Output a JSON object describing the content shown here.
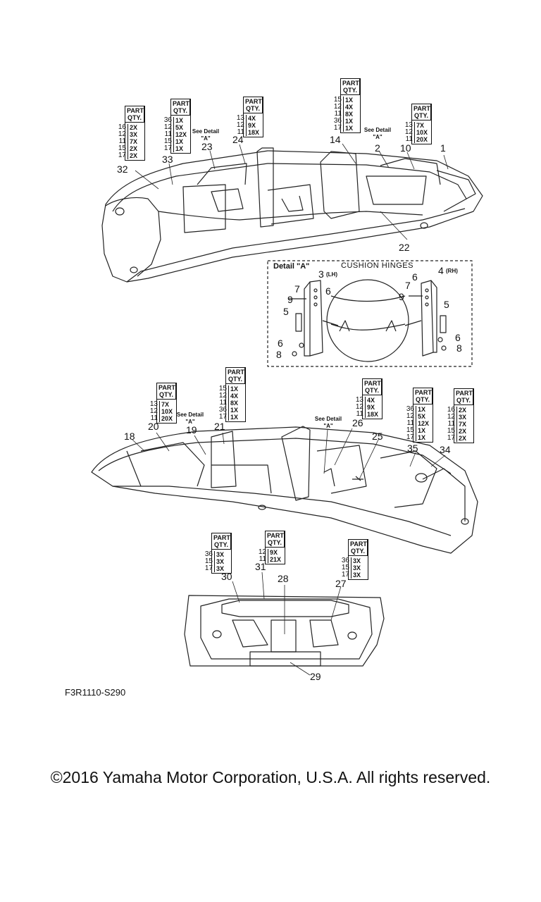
{
  "qty_tables": [
    {
      "id": "t32",
      "rows": [
        [
          "16",
          "2X"
        ],
        [
          "12",
          "3X"
        ],
        [
          "11",
          "7X"
        ],
        [
          "15",
          "2X"
        ],
        [
          "17",
          "2X"
        ]
      ]
    },
    {
      "id": "t33",
      "rows": [
        [
          "36",
          "1X"
        ],
        [
          "12",
          "5X"
        ],
        [
          "11",
          "12X"
        ],
        [
          "15",
          "1X"
        ],
        [
          "17",
          "1X"
        ]
      ]
    },
    {
      "id": "t24",
      "rows": [
        [
          "13",
          "4X"
        ],
        [
          "12",
          "9X"
        ],
        [
          "11",
          "18X"
        ]
      ]
    },
    {
      "id": "t14",
      "rows": [
        [
          "15",
          "1X"
        ],
        [
          "12",
          "4X"
        ],
        [
          "11",
          "8X"
        ],
        [
          "36",
          "1X"
        ],
        [
          "17",
          "1X"
        ]
      ]
    },
    {
      "id": "t10",
      "rows": [
        [
          "13",
          "7X"
        ],
        [
          "12",
          "10X"
        ],
        [
          "11",
          "20X"
        ]
      ]
    },
    {
      "id": "t20",
      "rows": [
        [
          "13",
          "7X"
        ],
        [
          "12",
          "10X"
        ],
        [
          "11",
          "20X"
        ]
      ]
    },
    {
      "id": "t21",
      "rows": [
        [
          "15",
          "1X"
        ],
        [
          "12",
          "4X"
        ],
        [
          "11",
          "8X"
        ],
        [
          "36",
          "1X"
        ],
        [
          "17",
          "1X"
        ]
      ]
    },
    {
      "id": "t26",
      "rows": [
        [
          "13",
          "4X"
        ],
        [
          "12",
          "9X"
        ],
        [
          "11",
          "18X"
        ]
      ]
    },
    {
      "id": "t35",
      "rows": [
        [
          "36",
          "1X"
        ],
        [
          "12",
          "5X"
        ],
        [
          "11",
          "12X"
        ],
        [
          "15",
          "1X"
        ],
        [
          "17",
          "1X"
        ]
      ]
    },
    {
      "id": "t34",
      "rows": [
        [
          "16",
          "2X"
        ],
        [
          "12",
          "3X"
        ],
        [
          "11",
          "7X"
        ],
        [
          "15",
          "2X"
        ],
        [
          "17",
          "2X"
        ]
      ]
    },
    {
      "id": "t30",
      "rows": [
        [
          "36",
          "3X"
        ],
        [
          "15",
          "3X"
        ],
        [
          "17",
          "3X"
        ]
      ]
    },
    {
      "id": "t31",
      "rows": [
        [
          "12",
          "9X"
        ],
        [
          "11",
          "21X"
        ]
      ]
    },
    {
      "id": "t27",
      "rows": [
        [
          "36",
          "3X"
        ],
        [
          "15",
          "3X"
        ],
        [
          "17",
          "3X"
        ]
      ]
    }
  ],
  "qty_header": {
    "line1": "PART",
    "line2": "QTY."
  },
  "see_detail": {
    "line1": "See Detail",
    "line2": "\"A\""
  },
  "callouts": {
    "c1": "1",
    "c2": "2",
    "c10": "10",
    "c14": "14",
    "c22": "22",
    "c23": "23",
    "c24": "24",
    "c32": "32",
    "c33": "33",
    "c18": "18",
    "c19": "19",
    "c20": "20",
    "c21": "21",
    "c25": "25",
    "c26": "26",
    "c34": "34",
    "c35": "35",
    "c27": "27",
    "c28": "28",
    "c29": "29",
    "c30": "30",
    "c31": "31",
    "d3": "3",
    "d3s": "(LH)",
    "d4": "4",
    "d4s": "(RH)",
    "d5a": "5",
    "d5b": "5",
    "d6a": "6",
    "d6b": "6",
    "d6c": "6",
    "d6d": "6",
    "d7a": "7",
    "d7b": "7",
    "d8a": "8",
    "d8b": "8",
    "d9a": "9",
    "d9b": "9"
  },
  "detail": {
    "title": "Detail \"A\"",
    "caption": "CUSHION HINGES"
  },
  "catalog_code": "F3R1110-S290",
  "copyright": "©2016 Yamaha Motor Corporation, U.S.A. All rights reserved."
}
